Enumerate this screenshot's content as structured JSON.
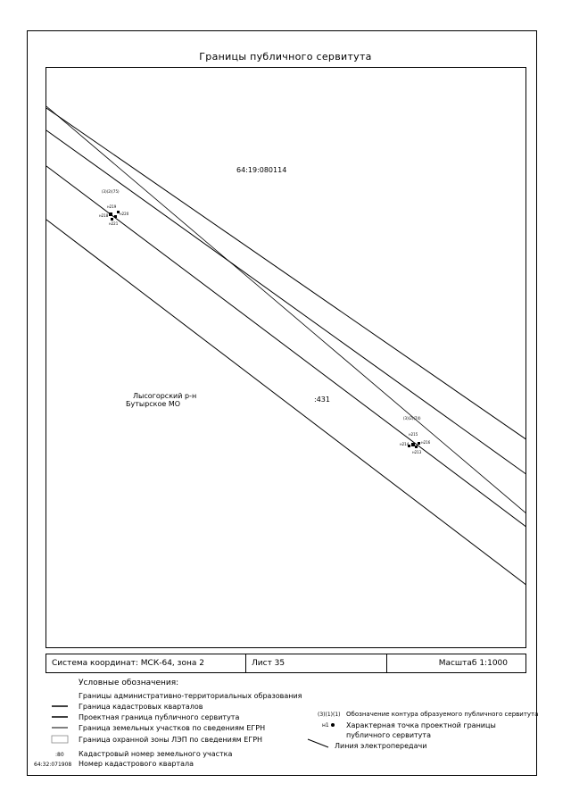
{
  "title": "Границы публичного сервитута",
  "map": {
    "quarter_number": "64:19:080114",
    "region": "Лысогорский р-н",
    "municipality": "Бутырское МО",
    "parcel_label": ":431",
    "contour1": {
      "label": "(3)(2)(75)",
      "points": [
        "н219",
        "н218",
        "н220",
        "н221"
      ]
    },
    "contour2": {
      "label": "(3)(2)(74)",
      "points": [
        "н215",
        "н214",
        "н216",
        "н213"
      ]
    }
  },
  "stamp": {
    "coord_system": "Система координат: МСК-64, зона 2",
    "sheet": "Лист 35",
    "scale": "Масштаб 1:1000"
  },
  "legend": {
    "title": "Условные обозначения:",
    "admin_boundary": "Границы административно-территориальных образования",
    "quarter_boundary": "Граница кадастровых кварталов",
    "servitude_boundary": "Проектная граница публичного сервитута",
    "egrn_parcel_boundary": "Граница земельных участков по сведениям ЕГРН",
    "lep_zone_boundary": "Граница охранной зоны ЛЭП по сведениям ЕГРН",
    "parcel_number_sym": ":80",
    "parcel_number": "Кадастровый номер земельного участка",
    "quarter_number_sym": "64:32:071908",
    "quarter_number": "Номер кадастрового квартала",
    "contour_sym": "(3)(1)(1)",
    "contour_desc": "Обозначение контура образуемого публичного сервитута",
    "point_sym": "н1",
    "point_desc_1": "Характерная точка проектной границы",
    "point_desc_2": "публичного сервитута",
    "power_line": "Линия электропередачи"
  }
}
